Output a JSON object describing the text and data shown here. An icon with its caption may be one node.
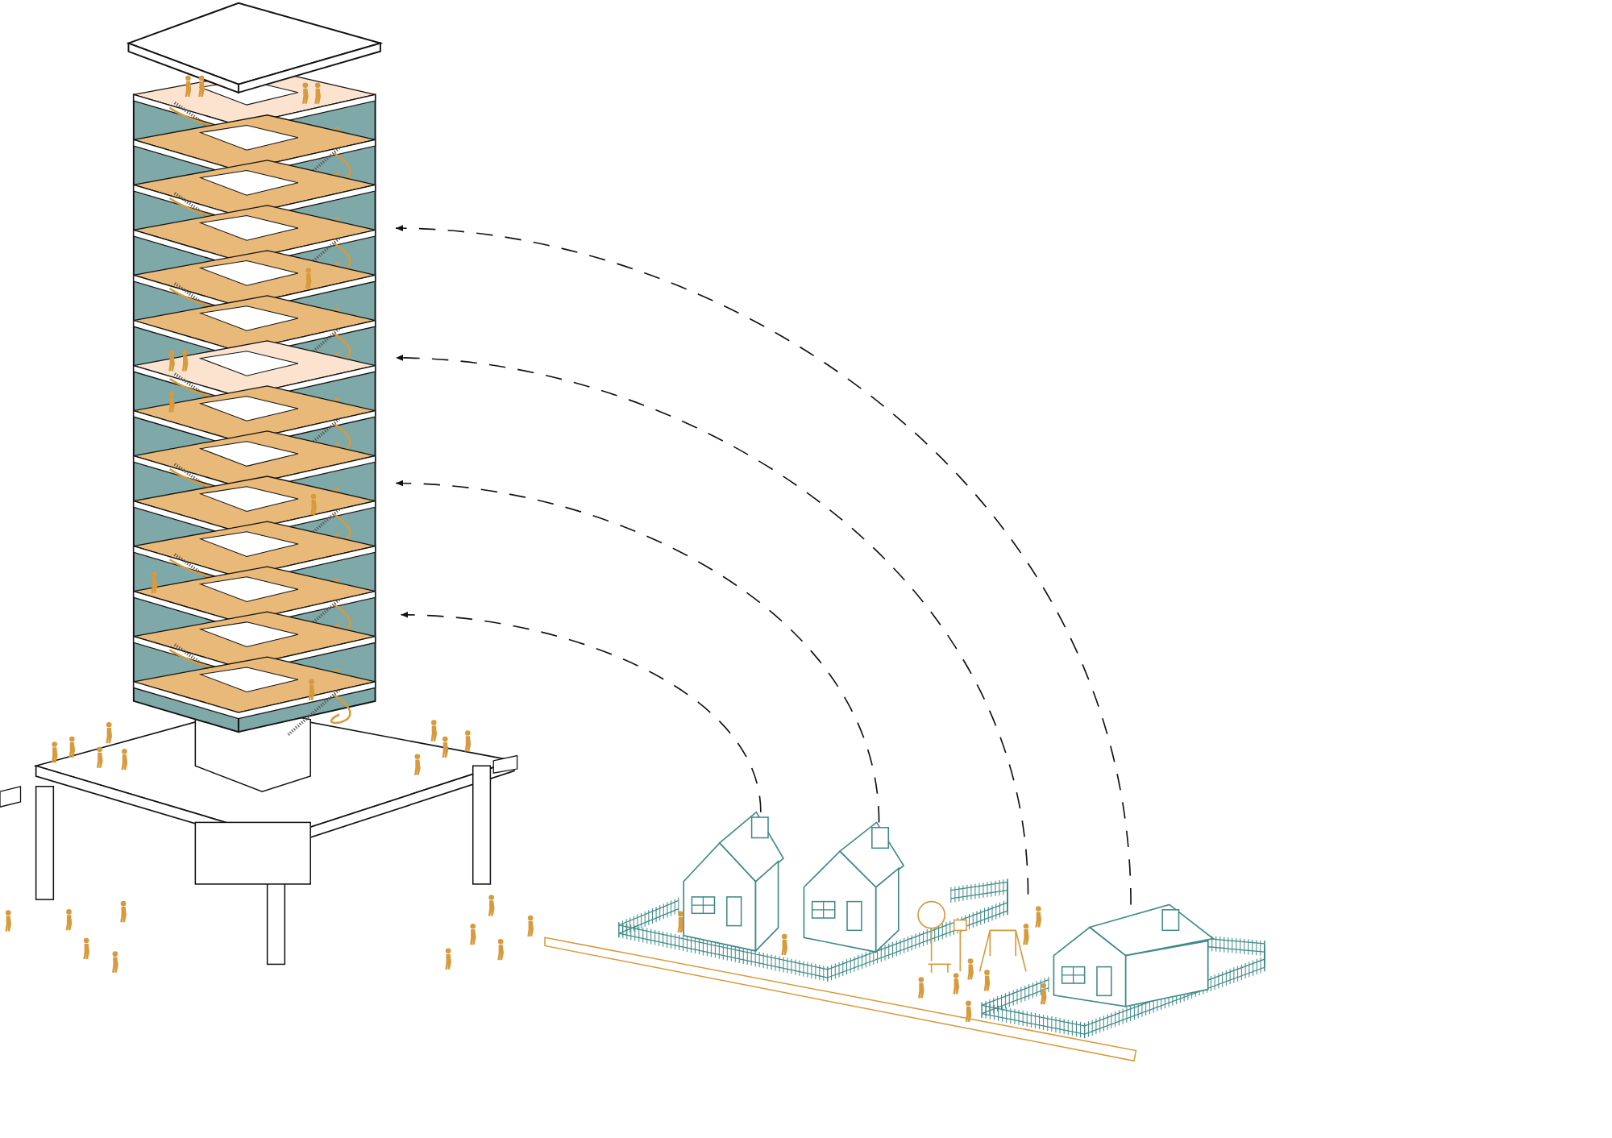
{
  "diagram": {
    "nodes": [
      {
        "text": [],
        "shape": "picture"
      },
      {
        "text": [],
        "shape": "picture"
      },
      {
        "text": [],
        "shape": "picture"
      },
      {
        "text": [],
        "shape": "picture"
      },
      {
        "text": [],
        "shape": "picture"
      }
    ],
    "edges": [
      {
        "from": 4,
        "to": 0,
        "arrow": "to",
        "style": "dashed"
      },
      {
        "from": 3,
        "to": 0,
        "arrow": "to",
        "style": "dashed"
      },
      {
        "from": 2,
        "to": 0,
        "arrow": "to",
        "style": "dashed"
      },
      {
        "from": 1,
        "to": 0,
        "arrow": "to",
        "style": "dashed"
      }
    ]
  }
}
